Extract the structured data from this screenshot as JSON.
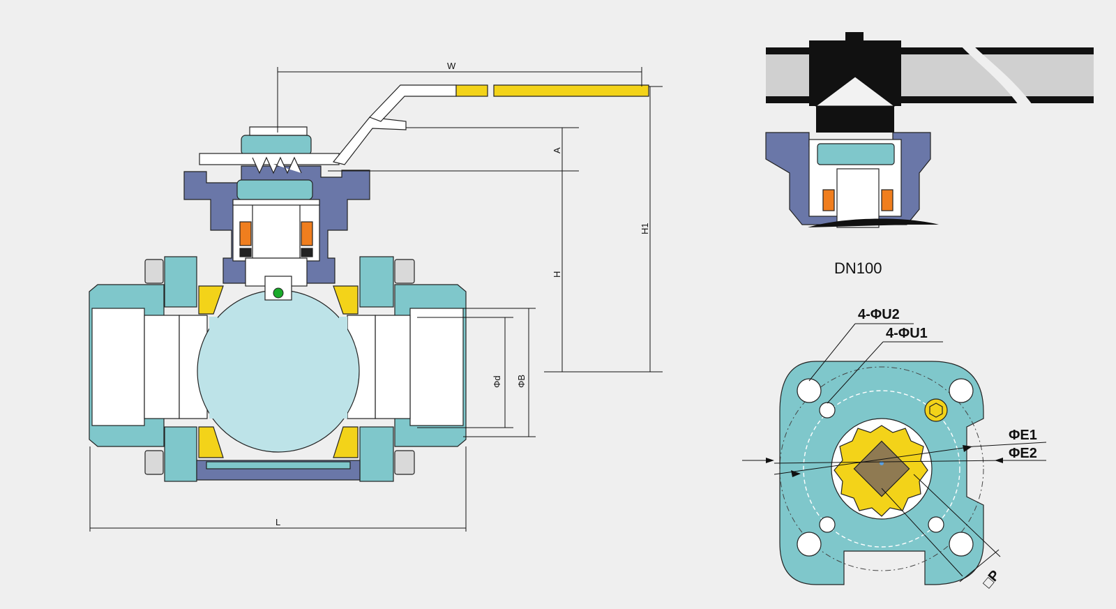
{
  "labels": {
    "W": "W",
    "A": "A",
    "H": "H",
    "H1": "H1",
    "phi_d": "Φd",
    "phi_B": "ΦB",
    "L": "L",
    "dn": "DN100",
    "u2": "4-ΦU2",
    "u1": "4-ΦU1",
    "e1": "ΦE1",
    "e2": "ΦE2",
    "p": "□P"
  },
  "colors": {
    "background": "#efefef",
    "body_teal": "#7fc7cb",
    "bonnet_blue": "#6a77a8",
    "ball_light": "#bde3e8",
    "seat_yellow": "#f3d319",
    "packing_orange": "#f07e1e",
    "stem_brown": "#8f7a52",
    "handle_yellow": "#f3d319",
    "marker_green": "#1aaa2a"
  }
}
